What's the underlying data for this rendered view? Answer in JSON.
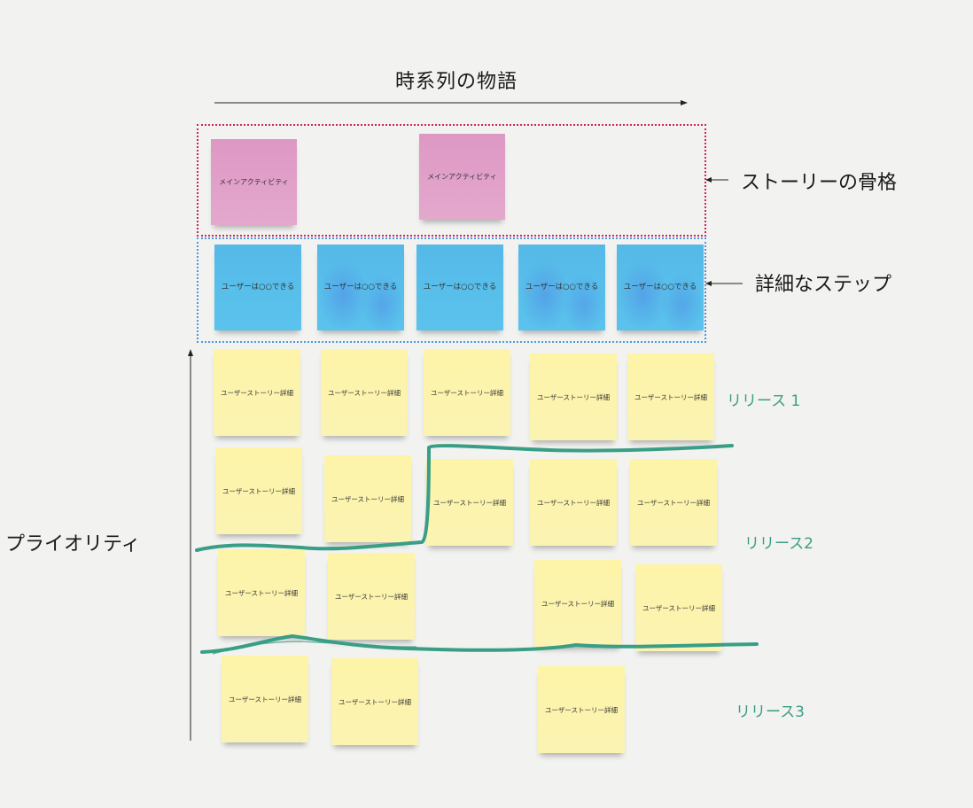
{
  "title": "時系列の物語",
  "labels": {
    "skeleton": "ストーリーの骨格",
    "steps": "詳細なステップ",
    "priority": "プライオリティ"
  },
  "releases": [
    "リリース 1",
    "リリース2",
    "リリース3"
  ],
  "activity_text": "メインアクティビティ",
  "step_text": "ユーザーは○○できる",
  "story_text": "ユーザーストーリー詳細",
  "colors": {
    "activity": "#dd98c4",
    "step": "#55b9e8",
    "story": "#fdf4a8",
    "release_line": "#3a9e86",
    "skeleton_frame": "#c8285a",
    "steps_frame": "#4a9ae0"
  }
}
